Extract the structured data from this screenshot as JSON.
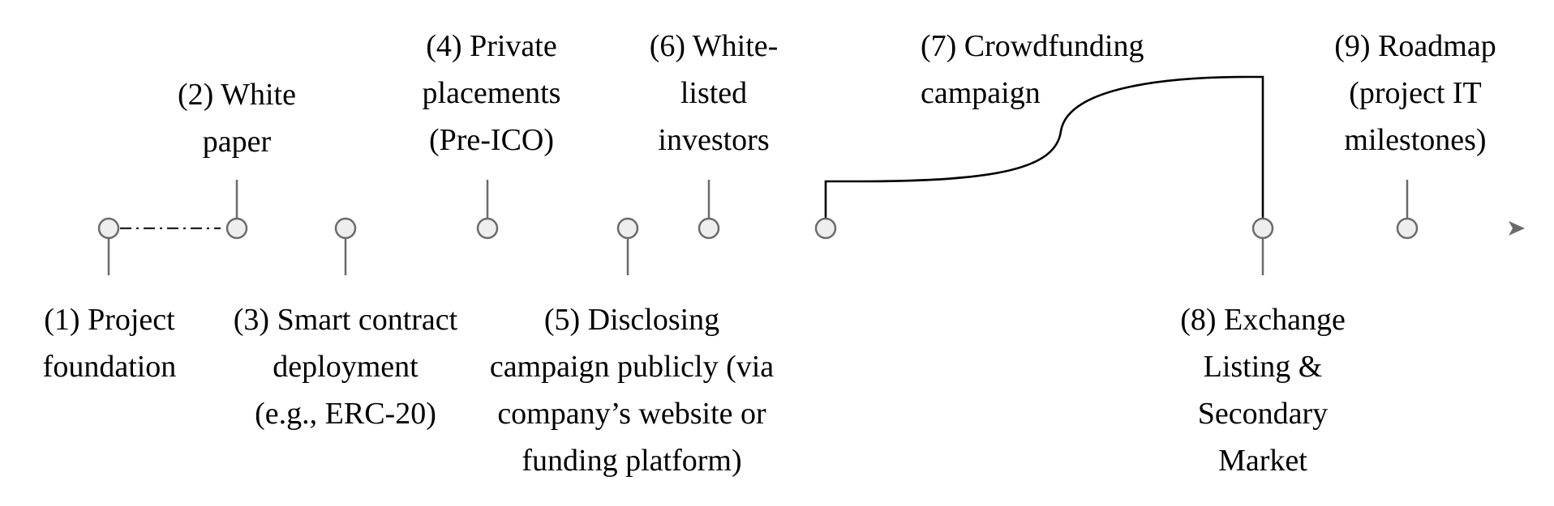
{
  "colors": {
    "axis": "#6b6b6b",
    "node_fill": "#eeeeee",
    "node_stroke": "#6b6b6b",
    "text": "#000000",
    "campaign_curve": "#000000"
  },
  "milestones": [
    {
      "id": "1",
      "lines": [
        "(1) Project",
        "foundation"
      ]
    },
    {
      "id": "2",
      "lines": [
        "(2) White",
        "paper"
      ]
    },
    {
      "id": "3",
      "lines": [
        "(3) Smart contract",
        "deployment",
        "(e.g., ERC-20)"
      ]
    },
    {
      "id": "4",
      "lines": [
        "(4) Private",
        "placements",
        "(Pre-ICO)"
      ]
    },
    {
      "id": "5",
      "lines": [
        "(5) Disclosing",
        "campaign publicly (via",
        "company’s website or",
        "funding platform)"
      ]
    },
    {
      "id": "6",
      "lines": [
        "(6) White-",
        "listed",
        "investors"
      ]
    },
    {
      "id": "7",
      "lines": [
        "(7) Crowdfunding",
        "campaign"
      ]
    },
    {
      "id": "8",
      "lines": [
        "(8) Exchange",
        "Listing &",
        "Secondary",
        "Market"
      ]
    },
    {
      "id": "9",
      "lines": [
        "(9) Roadmap",
        "(project IT",
        "milestones)"
      ]
    }
  ]
}
